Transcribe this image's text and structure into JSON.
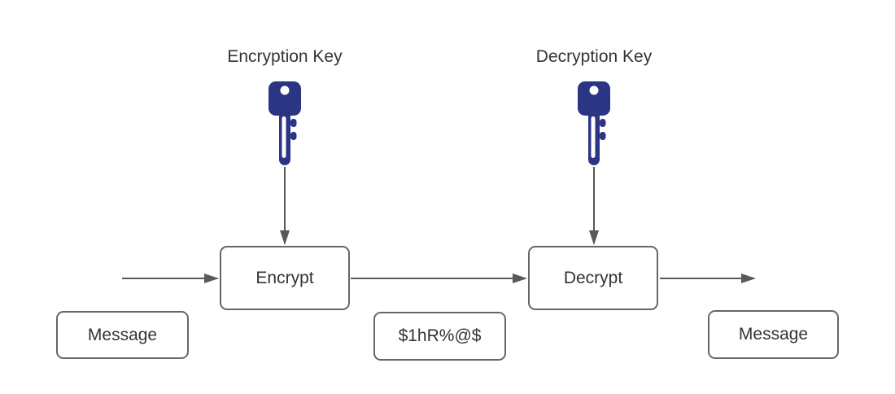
{
  "labels": {
    "encryption_key": "Encryption Key",
    "decryption_key": "Decryption Key"
  },
  "nodes": {
    "encrypt": "Encrypt",
    "decrypt": "Decrypt",
    "message_input": "Message",
    "ciphertext": "$1hR%@$",
    "message_output": "Message"
  },
  "icons": {
    "encryption_key_icon": "key-icon",
    "decryption_key_icon": "key-icon"
  },
  "colors": {
    "key_fill": "#2b3583",
    "key_cutout": "#ffffff",
    "edge": "#595959",
    "node_border": "#666666",
    "node_fill": "#ffffff",
    "label_text": "#333333",
    "canvas_background": "#ffffff"
  }
}
